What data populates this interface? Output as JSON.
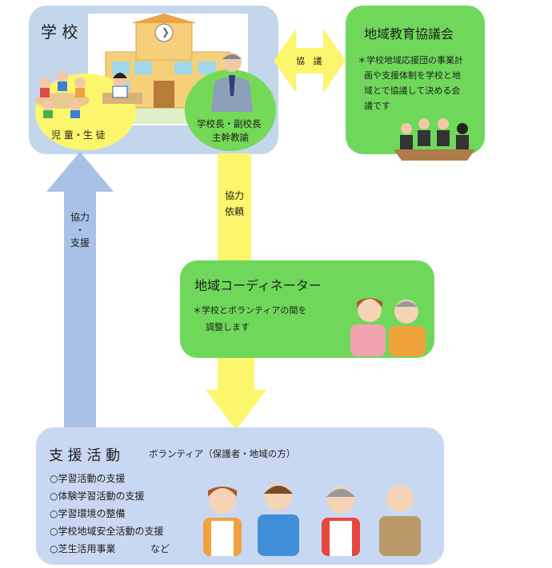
{
  "school": {
    "title": "学 校",
    "students_label": "児 童・生 徒",
    "principal_line1": "学校長・副校長",
    "principal_line2": "主幹教諭"
  },
  "council": {
    "title": "地域教育協議会",
    "desc_line1": "＊学校地域応援団の事業計",
    "desc_line2": "画や支援体制を学校と地",
    "desc_line3": "域とで協議して決める会",
    "desc_line4": "議です"
  },
  "coordinator": {
    "title": "地域コーディネーター",
    "desc_line1": "＊学校とボランティアの間を",
    "desc_line2": "調整します"
  },
  "arrows": {
    "consult_a": "協",
    "consult_b": "議",
    "request_a": "協力",
    "request_b": "依頼",
    "support_a": "協力",
    "support_b": "・",
    "support_c": "支援"
  },
  "support": {
    "title": "支 援 活 動",
    "subtitle": "ボランティア（保護者・地域の方）",
    "items": [
      "○学習活動の支援",
      "○体験学習活動の支援",
      "○学習環境の整備",
      "○学校地域安全活動の支援",
      "○芝生活用事業"
    ],
    "etc": "など"
  },
  "colors": {
    "school_box": "#c3d6ec",
    "green_box": "#6fd85a",
    "support_box": "#c9d8f2",
    "yellow": "#fbf66c",
    "blue_arrow": "#a9c1e6"
  }
}
